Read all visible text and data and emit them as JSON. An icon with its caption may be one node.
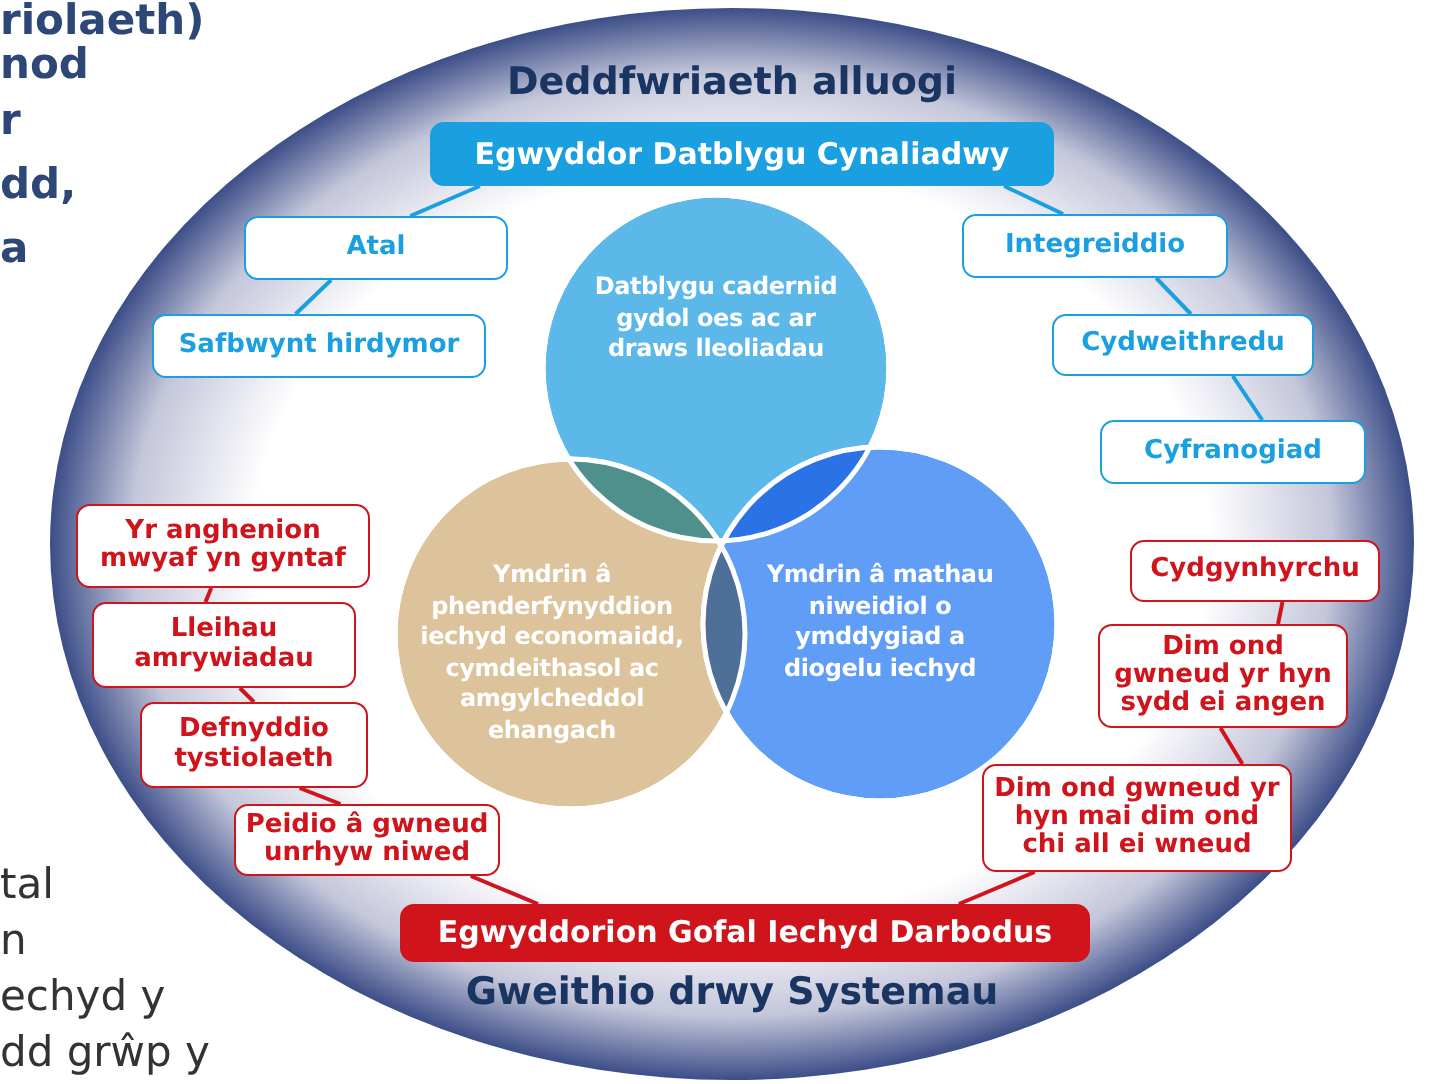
{
  "diagram": {
    "nodes": [
      {
        "text": [
          "Deddfwriaeth alluogi",
          "Gweithio drwy Systemau"
        ]
      },
      {
        "text": [
          "Egwyddor Datblygu Cynaliadwy"
        ],
        "in": 0
      },
      {
        "text": [
          "Atal"
        ],
        "in": 0
      },
      {
        "text": [
          "Integreiddio"
        ],
        "in": 0
      },
      {
        "text": [
          "Safbwynt hirdymor"
        ],
        "in": 0
      },
      {
        "text": [
          "Cydweithredu"
        ],
        "in": 0
      },
      {
        "text": [
          "Cyfranogiad"
        ],
        "in": 0
      },
      {
        "text": [
          "Datblygu cadernid gydol oes ac ar draws lleoliadau"
        ],
        "in": 0
      },
      {
        "text": [
          "Yr anghenion mwyaf yn gyntaf"
        ],
        "in": 0
      },
      {
        "text": [
          "Cydgynhyrchu"
        ],
        "in": 0
      },
      {
        "text": [
          "Lleihau amrywiadau"
        ],
        "in": 0
      },
      {
        "text": [
          "Ymdrin â phenderfynyddion iechyd economaidd, cymdeithasol ac amgylcheddol ehangach"
        ],
        "in": 0
      },
      {
        "text": [
          "Ymdrin â mathau niweidiol o ymddygiad a diogelu iechyd"
        ],
        "in": 0
      },
      {
        "text": [
          "Dim ond gwneud yr hyn sydd ei angen"
        ],
        "in": 0
      },
      {
        "text": [
          "Defnyddio tystiolaeth"
        ],
        "in": 0
      },
      {
        "text": [
          "Dim ond gwneud yr hyn mai dim ond chi all ei wneud"
        ],
        "in": 0
      },
      {
        "text": [
          "Peidio â gwneud unrhyw niwed"
        ],
        "in": 0
      },
      {
        "text": [
          "Egwyddorion Gofal Iechyd Darbodus"
        ],
        "in": 0
      }
    ],
    "edges": [
      {
        "from": 1,
        "to": 2,
        "arrow": "none",
        "color": "#1aa0e0"
      },
      {
        "from": 2,
        "to": 4,
        "arrow": "none",
        "color": "#1aa0e0"
      },
      {
        "from": 1,
        "to": 3,
        "arrow": "none",
        "color": "#1aa0e0"
      },
      {
        "from": 3,
        "to": 5,
        "arrow": "none",
        "color": "#1aa0e0"
      },
      {
        "from": 5,
        "to": 6,
        "arrow": "none",
        "color": "#1aa0e0"
      },
      {
        "from": 17,
        "to": 16,
        "arrow": "none"
      },
      {
        "from": 16,
        "to": 14,
        "arrow": "none"
      },
      {
        "from": 14,
        "to": 10,
        "arrow": "none"
      },
      {
        "from": 10,
        "to": 8,
        "arrow": "none"
      },
      {
        "from": 17,
        "to": 15,
        "arrow": "none"
      },
      {
        "from": 15,
        "to": 13,
        "arrow": "none"
      },
      {
        "from": 13,
        "to": 9,
        "arrow": "none"
      }
    ],
    "labels": [
      "riolaeth)",
      "nod",
      "r",
      "dd,",
      "a",
      "tal",
      "n",
      "echyd y",
      "dd grŵp y"
    ]
  }
}
